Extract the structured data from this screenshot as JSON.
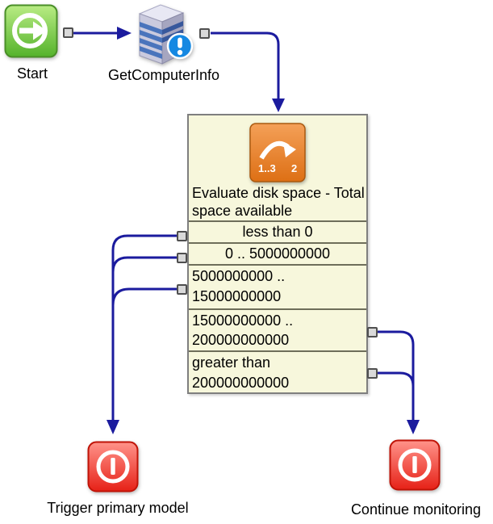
{
  "diagram": {
    "start": {
      "label": "Start"
    },
    "get_computer_info": {
      "label": "GetComputerInfo"
    },
    "evaluate": {
      "title": "Evaluate disk space - Total space available",
      "switch_icon": {
        "range_label": "1..3",
        "result_label": "2"
      },
      "branches": [
        "less than 0",
        "0 .. 5000000000",
        "5000000000 .. 15000000000",
        "15000000000 .. 200000000000",
        "greater than 200000000000"
      ]
    },
    "trigger_primary_model": {
      "label": "Trigger primary model"
    },
    "continue_monitoring": {
      "label": "Continue monitoring"
    },
    "colors": {
      "connector": "#1b1b9e",
      "box_fill": "#f7f7dc",
      "box_border": "#7f7f7f",
      "row_divider": "#6e6e5a",
      "port_fill": "#d9d9d9",
      "port_border": "#4f4f4f",
      "start_green": "#54b22b",
      "stop_red": "#e62117",
      "switch_orange": "#dd6f14",
      "server_stripe_blue": "#4a74bc",
      "alert_badge_blue": "#1588e2",
      "label_text": "#000000"
    }
  }
}
